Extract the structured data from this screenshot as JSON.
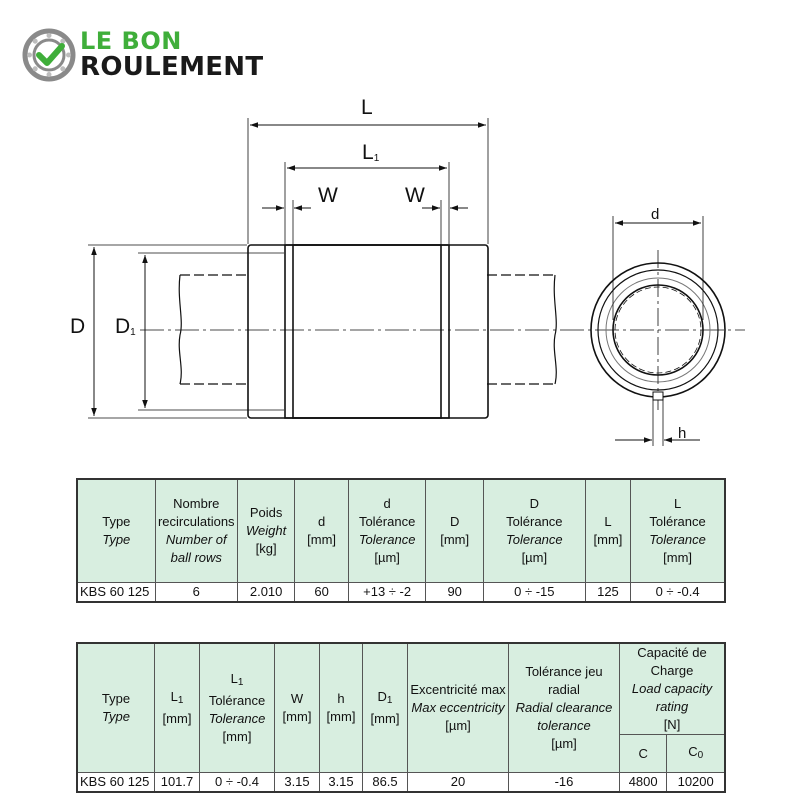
{
  "logo": {
    "line1": "LE BON",
    "line2": "ROULEMENT",
    "icon": "bearing-check-icon",
    "colors": {
      "green": "#3fae3a",
      "dark": "#1a1a1a"
    }
  },
  "drawing": {
    "labels": {
      "L": "L",
      "L1": "L",
      "L1_sub": "1",
      "W_left": "W",
      "W_right": "W",
      "D": "D",
      "D1": "D",
      "D1_sub": "1",
      "d": "d",
      "h": "h"
    }
  },
  "table1": {
    "headers": {
      "type": "Type",
      "type_en": "Type",
      "rows_fr": "Nombre recirculations",
      "rows_en": "Number of ball rows",
      "weight_fr": "Poids",
      "weight_en": "Weight",
      "weight_unit": "[kg]",
      "d": "d",
      "d_unit": "[mm]",
      "d_tol_fr": "d",
      "d_tol_fr2": "Tolérance",
      "d_tol_en": "Tolerance",
      "d_tol_unit": "[µm]",
      "D": "D",
      "D_unit": "[mm]",
      "D_tol_fr": "D",
      "D_tol_fr2": "Tolérance",
      "D_tol_en": "Tolerance",
      "D_tol_unit": "[µm]",
      "L": "L",
      "L_unit": "[mm]",
      "L_tol_fr": "L",
      "L_tol_fr2": "Tolérance",
      "L_tol_en": "Tolerance",
      "L_tol_unit": "[mm]"
    },
    "row": {
      "type": "KBS 60 125",
      "rows": "6",
      "weight": "2.010",
      "d": "60",
      "d_tol": "+13  ÷ -2",
      "D": "90",
      "D_tol": "0  ÷  -15",
      "L": "125",
      "L_tol": "0  ÷  -0.4"
    }
  },
  "table2": {
    "headers": {
      "type": "Type",
      "type_en": "Type",
      "L1": "L",
      "L1_sub": "1",
      "L1_unit": "[mm]",
      "L1_tol": "L",
      "L1_tol_sub": "1",
      "L1_tol_fr": "Tolérance",
      "L1_tol_en": "Tolerance",
      "L1_tol_unit": "[mm]",
      "W": "W",
      "W_unit": "[mm]",
      "h": "h",
      "h_unit": "[mm]",
      "D1": "D",
      "D1_sub": "1",
      "D1_unit": "[mm]",
      "ecc_fr": "Excentricité max",
      "ecc_en": "Max eccentricity",
      "ecc_unit": "[µm]",
      "rad_fr": "Tolérance jeu radial",
      "rad_en": "Radial clearance tolerance",
      "rad_unit": "[µm]",
      "load_fr": "Capacité de Charge",
      "load_en": "Load capacity rating",
      "load_unit": "[N]",
      "C": "C",
      "C0": "C",
      "C0_sub": "0"
    },
    "row": {
      "type": "KBS 60 125",
      "L1": "101.7",
      "L1_tol": "0  ÷  -0.4",
      "W": "3.15",
      "h": "3.15",
      "D1": "86.5",
      "ecc": "20",
      "rad": "-16",
      "C": "4800",
      "C0": "10200"
    }
  }
}
